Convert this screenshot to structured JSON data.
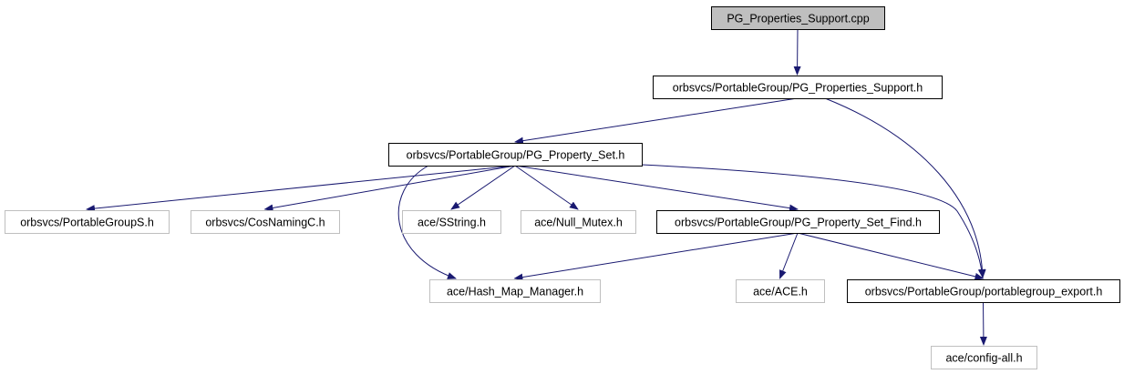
{
  "graph": {
    "root": {
      "label": "PG_Properties_Support.cpp",
      "fill": "#bfbfbf",
      "border": "#000000"
    },
    "nodes": [
      {
        "id": "pg_properties_support_h",
        "label": "orbsvcs/PortableGroup/PG_Properties_Support.h",
        "border": "#000000"
      },
      {
        "id": "pg_property_set_h",
        "label": "orbsvcs/PortableGroup/PG_Property_Set.h",
        "border": "#000000"
      },
      {
        "id": "portablegroups_h",
        "label": "orbsvcs/PortableGroupS.h",
        "border": "#bfbfbf"
      },
      {
        "id": "cosnamingc_h",
        "label": "orbsvcs/CosNamingC.h",
        "border": "#bfbfbf"
      },
      {
        "id": "sstring_h",
        "label": "ace/SString.h",
        "border": "#bfbfbf"
      },
      {
        "id": "null_mutex_h",
        "label": "ace/Null_Mutex.h",
        "border": "#bfbfbf"
      },
      {
        "id": "pg_property_set_find_h",
        "label": "orbsvcs/PortableGroup/PG_Property_Set_Find.h",
        "border": "#000000"
      },
      {
        "id": "hash_map_manager_h",
        "label": "ace/Hash_Map_Manager.h",
        "border": "#bfbfbf"
      },
      {
        "id": "ace_h",
        "label": "ace/ACE.h",
        "border": "#bfbfbf"
      },
      {
        "id": "portablegroup_export_h",
        "label": "orbsvcs/PortableGroup/portablegroup_export.h",
        "border": "#000000"
      },
      {
        "id": "config_all_h",
        "label": "ace/config-all.h",
        "border": "#bfbfbf"
      }
    ],
    "edges": [
      {
        "from": "root",
        "to": "pg_properties_support_h"
      },
      {
        "from": "pg_properties_support_h",
        "to": "pg_property_set_h"
      },
      {
        "from": "pg_properties_support_h",
        "to": "portablegroup_export_h"
      },
      {
        "from": "pg_property_set_h",
        "to": "portablegroups_h"
      },
      {
        "from": "pg_property_set_h",
        "to": "cosnamingc_h"
      },
      {
        "from": "pg_property_set_h",
        "to": "hash_map_manager_h"
      },
      {
        "from": "pg_property_set_h",
        "to": "sstring_h"
      },
      {
        "from": "pg_property_set_h",
        "to": "null_mutex_h"
      },
      {
        "from": "pg_property_set_h",
        "to": "pg_property_set_find_h"
      },
      {
        "from": "pg_property_set_h",
        "to": "portablegroup_export_h"
      },
      {
        "from": "pg_property_set_find_h",
        "to": "hash_map_manager_h"
      },
      {
        "from": "pg_property_set_find_h",
        "to": "ace_h"
      },
      {
        "from": "pg_property_set_find_h",
        "to": "portablegroup_export_h"
      },
      {
        "from": "portablegroup_export_h",
        "to": "config_all_h"
      }
    ],
    "edge_color": "#191970"
  }
}
